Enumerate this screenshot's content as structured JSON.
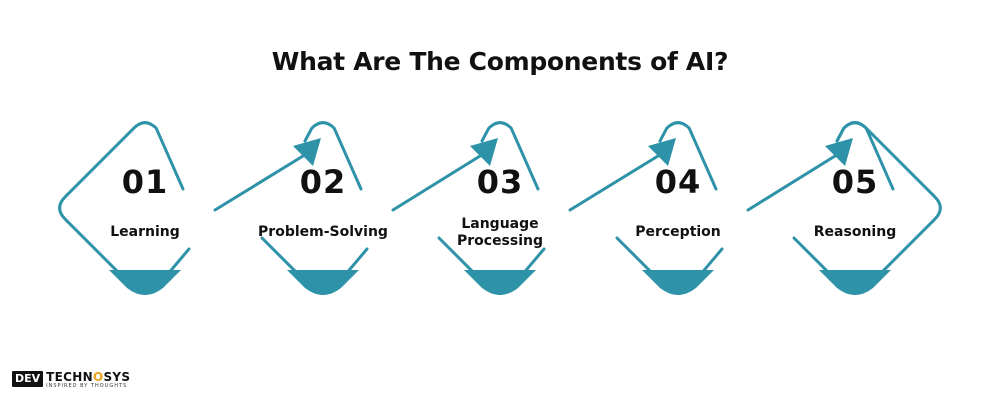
{
  "title": "What Are The Components of AI?",
  "steps": [
    {
      "number": "01",
      "label": "Learning"
    },
    {
      "number": "02",
      "label": "Problem-Solving"
    },
    {
      "number": "03",
      "label": "Language Processing"
    },
    {
      "number": "04",
      "label": "Perception"
    },
    {
      "number": "05",
      "label": "Reasoning"
    }
  ],
  "logo": {
    "badge": "DEV",
    "name_part1": "TECHN",
    "name_o": "O",
    "name_part2": "SYS",
    "tagline": "INSPIRED BY THOUGHTS"
  },
  "colors": {
    "accent": "#2e92a8",
    "text": "#111111"
  }
}
